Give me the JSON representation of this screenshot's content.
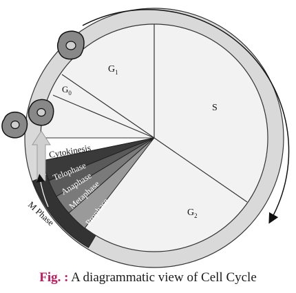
{
  "diagram": {
    "phases": {
      "g1": "G",
      "g1_sub": "1",
      "g0": "G",
      "g0_sub": "0",
      "s": "S",
      "g2": "G",
      "g2_sub": "2",
      "cytokinesis": "Cytokinesis",
      "telophase": "Telophase",
      "anaphase": "Anaphase",
      "metaphase": "Metaphase",
      "prophase": "Prophase",
      "m_phase": "M Phase"
    }
  },
  "caption": {
    "lead": "Fig. :",
    "text": " A diagrammatic view of Cell Cycle"
  }
}
